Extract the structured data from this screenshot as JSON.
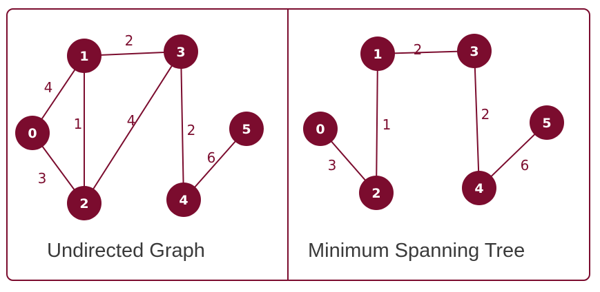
{
  "colors": {
    "accent": "#7b0c2e",
    "caption": "#3a3a3a",
    "background": "#ffffff"
  },
  "panels": [
    {
      "id": "undirected",
      "caption": "Undirected Graph",
      "nodes": [
        {
          "id": "0",
          "label": "0"
        },
        {
          "id": "1",
          "label": "1"
        },
        {
          "id": "2",
          "label": "2"
        },
        {
          "id": "3",
          "label": "3"
        },
        {
          "id": "4",
          "label": "4"
        },
        {
          "id": "5",
          "label": "5"
        }
      ],
      "edges": [
        {
          "from": "0",
          "to": "1",
          "weight": "4"
        },
        {
          "from": "1",
          "to": "3",
          "weight": "2"
        },
        {
          "from": "1",
          "to": "2",
          "weight": "1"
        },
        {
          "from": "0",
          "to": "2",
          "weight": "3"
        },
        {
          "from": "2",
          "to": "3",
          "weight": "4"
        },
        {
          "from": "3",
          "to": "4",
          "weight": "2"
        },
        {
          "from": "4",
          "to": "5",
          "weight": "6"
        }
      ]
    },
    {
      "id": "mst",
      "caption": "Minimum Spanning Tree",
      "nodes": [
        {
          "id": "0",
          "label": "0"
        },
        {
          "id": "1",
          "label": "1"
        },
        {
          "id": "2",
          "label": "2"
        },
        {
          "id": "3",
          "label": "3"
        },
        {
          "id": "4",
          "label": "4"
        },
        {
          "id": "5",
          "label": "5"
        }
      ],
      "edges": [
        {
          "from": "1",
          "to": "3",
          "weight": "2"
        },
        {
          "from": "1",
          "to": "2",
          "weight": "1"
        },
        {
          "from": "0",
          "to": "2",
          "weight": "3"
        },
        {
          "from": "3",
          "to": "4",
          "weight": "2"
        },
        {
          "from": "4",
          "to": "5",
          "weight": "6"
        }
      ]
    }
  ]
}
